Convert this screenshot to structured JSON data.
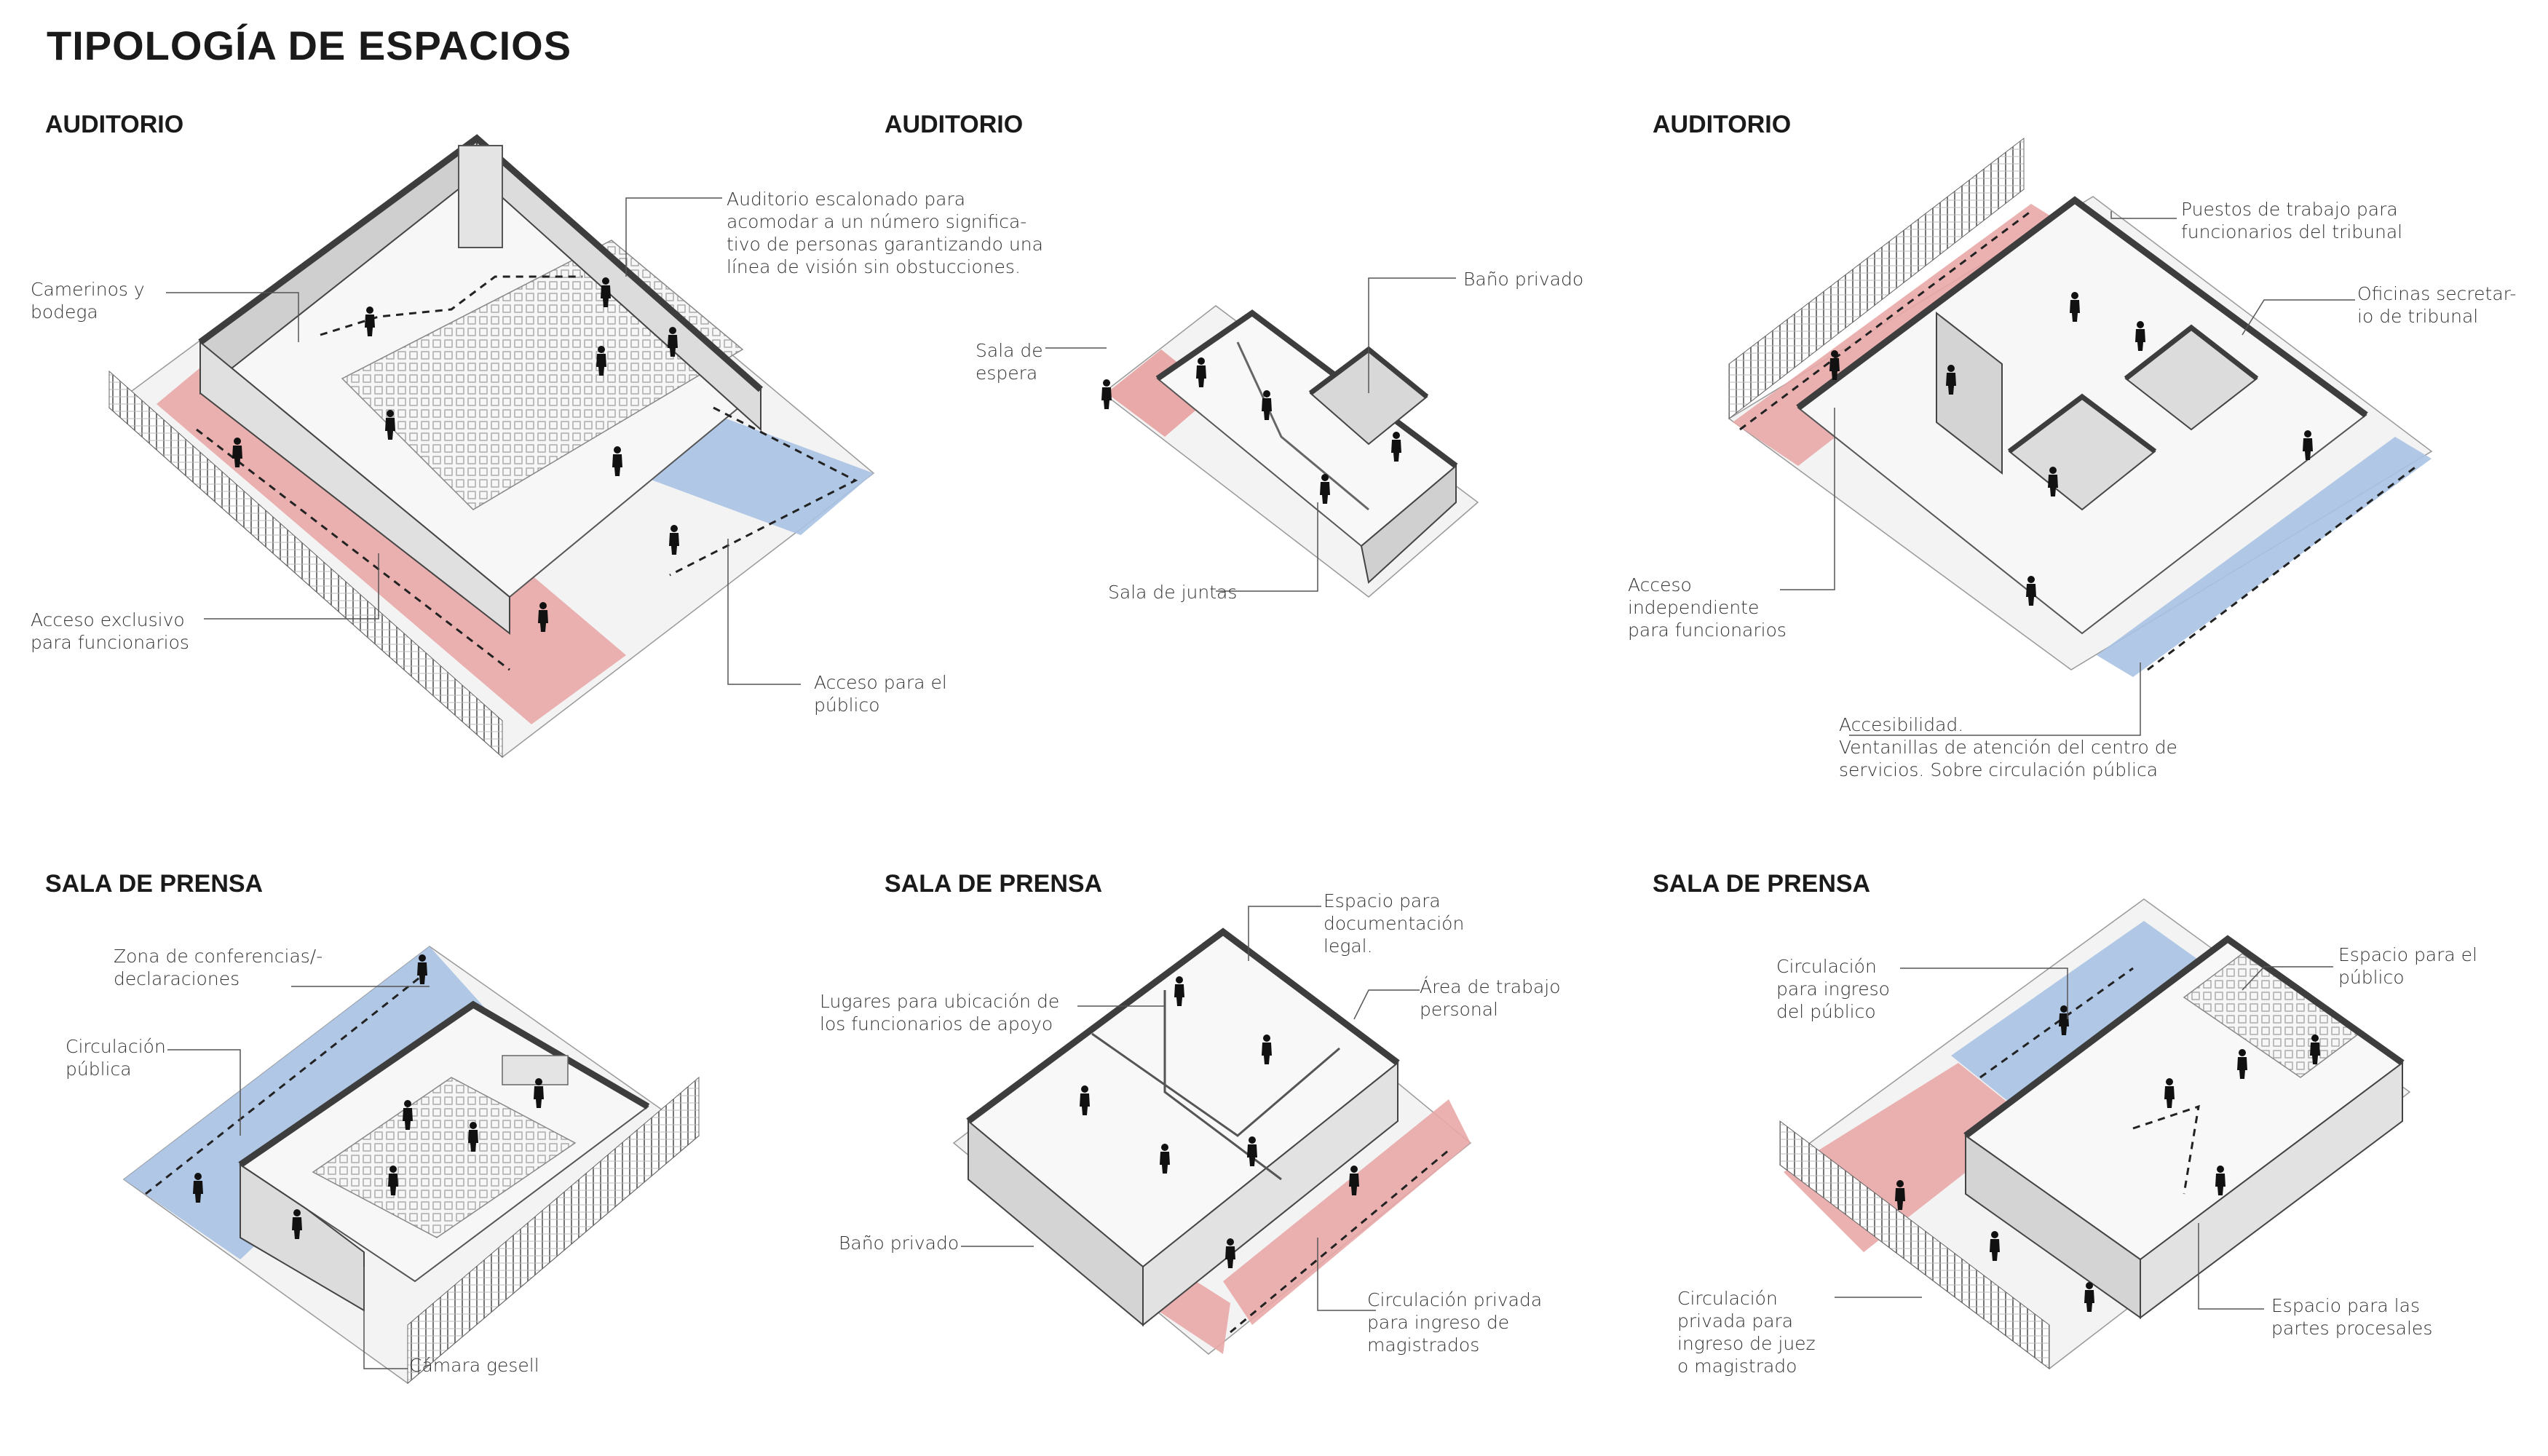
{
  "title": "TIPOLOGÍA DE ESPACIOS",
  "panels": [
    {
      "heading": "AUDITORIO",
      "labels": [
        [
          "Camerinos y",
          "bodega"
        ],
        [
          "Auditorio escalonado para",
          "acomodar a un número significa-",
          "tivo de personas garantizando una",
          "línea de visión sin obstucciones."
        ],
        [
          "Acceso exclusivo",
          "para funcionarios"
        ],
        [
          "Acceso para el",
          "público"
        ]
      ]
    },
    {
      "heading": "AUDITORIO",
      "labels": [
        [
          "Baño privado"
        ],
        [
          "Sala de",
          "espera"
        ],
        [
          "Sala de juntas"
        ]
      ]
    },
    {
      "heading": "AUDITORIO",
      "labels": [
        [
          "Puestos de trabajo para",
          "funcionarios del tribunal"
        ],
        [
          "Oficinas secretar-",
          "io de tribunal"
        ],
        [
          "Acceso",
          "independiente",
          "para funcionarios"
        ],
        [
          "Accesibilidad.",
          "Ventanillas de atención del centro de",
          "servicios. Sobre circulación pública"
        ]
      ]
    },
    {
      "heading": "SALA DE PRENSA",
      "labels": [
        [
          "Zona de conferencias/-",
          "declaraciones"
        ],
        [
          "Circulación",
          "pública"
        ],
        [
          "Cámara gesell"
        ]
      ]
    },
    {
      "heading": "SALA DE PRENSA",
      "labels": [
        [
          "Espacio para",
          "documentación",
          "legal."
        ],
        [
          "Lugares para ubicación de",
          "los funcionarios de apoyo"
        ],
        [
          "Área de trabajo",
          "personal"
        ],
        [
          "Baño privado"
        ],
        [
          "Circulación privada",
          "para ingreso de",
          "magistrados"
        ]
      ]
    },
    {
      "heading": "SALA DE PRENSA",
      "labels": [
        [
          "Circulación",
          "para ingreso",
          "del público"
        ],
        [
          "Espacio para el",
          "público"
        ],
        [
          "Circulación",
          "privada para",
          "ingreso de juez",
          "o magistrado"
        ],
        [
          "Espacio para las",
          "partes procesales"
        ]
      ]
    }
  ],
  "colors": {
    "private_circulation": "#e9a9a8",
    "public_circulation": "#a9c2e3",
    "wall_top": "#4a4a4a",
    "wall_face": "#d6d6d6",
    "floor": "#f2f2f2"
  }
}
